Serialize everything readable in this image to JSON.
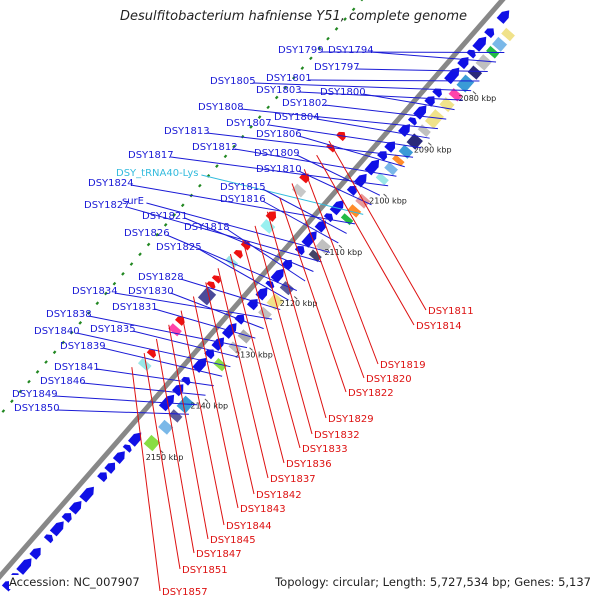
{
  "title": "Desulfitobacterium hafniense Y51, complete genome",
  "footer": {
    "accession": "Accession: NC_007907",
    "topology": "Topology: circular; Length: 5,727,534 bp; Genes: 5,137"
  },
  "colors": {
    "forward_label": "#1a1ad6",
    "reverse_label": "#dd1111",
    "rna_label": "#33bbdd",
    "forward_gene": "#1010e6",
    "reverse_gene": "#ee1111",
    "backbone": "#888888",
    "tick_dash": "#228822"
  },
  "ticks": [
    "2080 kbp",
    "2090 kbp",
    "2100 kbp",
    "2110 kbp",
    "2120 kbp",
    "2130 kbp",
    "2140 kbp",
    "2150 kbp"
  ],
  "forward_labels": [
    {
      "text": "DSY1799",
      "type": "cds"
    },
    {
      "text": "DSY1794",
      "type": "cds"
    },
    {
      "text": "DSY1797",
      "type": "cds"
    },
    {
      "text": "DSY1801",
      "type": "cds"
    },
    {
      "text": "DSY1805",
      "type": "cds"
    },
    {
      "text": "DSY1803",
      "type": "cds"
    },
    {
      "text": "DSY1800",
      "type": "cds"
    },
    {
      "text": "DSY1802",
      "type": "cds"
    },
    {
      "text": "DSY1808",
      "type": "cds"
    },
    {
      "text": "DSY1804",
      "type": "cds"
    },
    {
      "text": "DSY1807",
      "type": "cds"
    },
    {
      "text": "DSY1813",
      "type": "cds"
    },
    {
      "text": "DSY1806",
      "type": "cds"
    },
    {
      "text": "DSY1812",
      "type": "cds"
    },
    {
      "text": "DSY1817",
      "type": "cds"
    },
    {
      "text": "DSY1809",
      "type": "cds"
    },
    {
      "text": "DSY1810",
      "type": "cds"
    },
    {
      "text": "DSY_tRNA40-Lys",
      "type": "rna"
    },
    {
      "text": "DSY1824",
      "type": "cds"
    },
    {
      "text": "DSY1815",
      "type": "cds"
    },
    {
      "text": "DSY1816",
      "type": "cds"
    },
    {
      "text": "surE",
      "type": "cds"
    },
    {
      "text": "DSY1827",
      "type": "cds"
    },
    {
      "text": "DSY1821",
      "type": "cds"
    },
    {
      "text": "DSY1818",
      "type": "cds"
    },
    {
      "text": "DSY1826",
      "type": "cds"
    },
    {
      "text": "DSY1825",
      "type": "cds"
    },
    {
      "text": "DSY1828",
      "type": "cds"
    },
    {
      "text": "DSY1834",
      "type": "cds"
    },
    {
      "text": "DSY1830",
      "type": "cds"
    },
    {
      "text": "DSY1831",
      "type": "cds"
    },
    {
      "text": "DSY1838",
      "type": "cds"
    },
    {
      "text": "DSY1835",
      "type": "cds"
    },
    {
      "text": "DSY1840",
      "type": "cds"
    },
    {
      "text": "DSY1839",
      "type": "cds"
    },
    {
      "text": "DSY1841",
      "type": "cds"
    },
    {
      "text": "DSY1846",
      "type": "cds"
    },
    {
      "text": "DSY1849",
      "type": "cds"
    },
    {
      "text": "DSY1850",
      "type": "cds"
    }
  ],
  "reverse_labels": [
    {
      "text": "DSY1811"
    },
    {
      "text": "DSY1814"
    },
    {
      "text": "DSY1819"
    },
    {
      "text": "DSY1820"
    },
    {
      "text": "DSY1822"
    },
    {
      "text": "DSY1829"
    },
    {
      "text": "DSY1832"
    },
    {
      "text": "DSY1833"
    },
    {
      "text": "DSY1836"
    },
    {
      "text": "DSY1837"
    },
    {
      "text": "DSY1842"
    },
    {
      "text": "DSY1843"
    },
    {
      "text": "DSY1844"
    },
    {
      "text": "DSY1845"
    },
    {
      "text": "DSY1847"
    },
    {
      "text": "DSY1851"
    },
    {
      "text": "DSY1857"
    }
  ]
}
